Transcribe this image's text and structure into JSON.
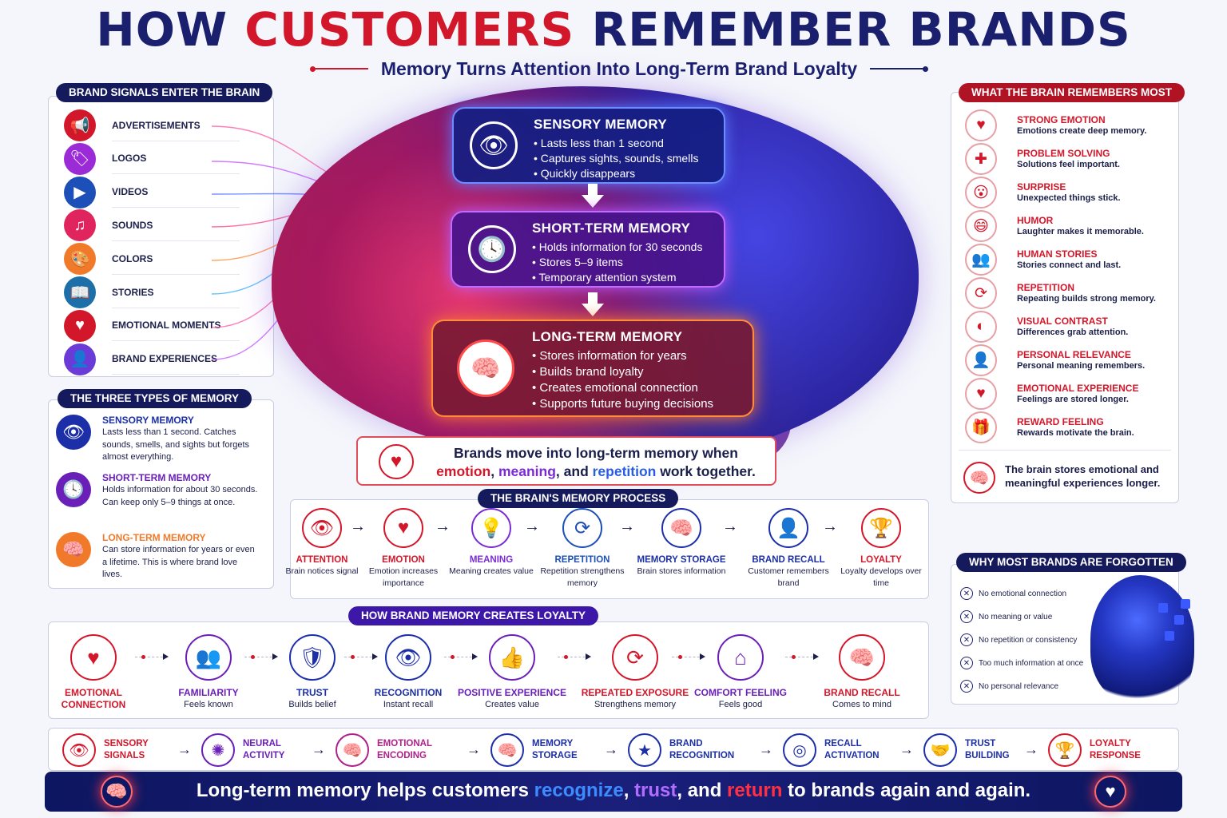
{
  "title": {
    "part1": "HOW ",
    "part2": "CUSTOMERS",
    "part3": " REMEMBER BRANDS"
  },
  "subtitle": "Memory Turns Attention Into Long-Term Brand Loyalty",
  "signals": {
    "heading": "BRAND SIGNALS ENTER THE BRAIN",
    "items": [
      {
        "label": "ADVERTISEMENTS",
        "icon": "megaphone-icon",
        "glyph": "📢",
        "color": "#d3172a"
      },
      {
        "label": "LOGOS",
        "icon": "tag-icon",
        "glyph": "🏷",
        "color": "#9b2bd6"
      },
      {
        "label": "VIDEOS",
        "icon": "play-icon",
        "glyph": "▶",
        "color": "#1c4fb8"
      },
      {
        "label": "SOUNDS",
        "icon": "music-note-icon",
        "glyph": "♫",
        "color": "#e0245e"
      },
      {
        "label": "COLORS",
        "icon": "palette-icon",
        "glyph": "🎨",
        "color": "#f07a2a"
      },
      {
        "label": "STORIES",
        "icon": "book-icon",
        "glyph": "📖",
        "color": "#1c6fa8"
      },
      {
        "label": "EMOTIONAL MOMENTS",
        "icon": "heart-icon",
        "glyph": "♥",
        "color": "#d3172a"
      },
      {
        "label": "BRAND EXPERIENCES",
        "icon": "person-icon",
        "glyph": "👤",
        "color": "#6a3bd6"
      }
    ]
  },
  "memory_stages": {
    "sensory": {
      "title": "SENSORY MEMORY",
      "points": [
        "Lasts less than 1 second",
        "Captures sights, sounds, smells",
        "Quickly disappears"
      ],
      "icon": "eye-icon",
      "glyph": "👁"
    },
    "short": {
      "title": "SHORT-TERM MEMORY",
      "points": [
        "Holds information for 30 seconds",
        "Stores 5–9 items",
        "Temporary attention system"
      ],
      "icon": "clock-icon",
      "glyph": "🕓"
    },
    "long": {
      "title": "LONG-TERM MEMORY",
      "points": [
        "Stores information for years",
        "Builds brand loyalty",
        "Creates emotional connection",
        "Supports future buying decisions"
      ],
      "icon": "brain-icon",
      "glyph": "🧠"
    }
  },
  "callout": {
    "line1": "Brands move into long-term memory when",
    "w_emotion": "emotion",
    "sep1": ", ",
    "w_meaning": "meaning",
    "sep2": ", and ",
    "w_repetition": "repetition",
    "line2_end": " work together."
  },
  "three_types": {
    "heading": "THE THREE TYPES OF MEMORY",
    "items": [
      {
        "title": "SENSORY MEMORY",
        "desc": "Lasts less than 1 second. Catches sounds, smells, and sights but forgets almost everything.",
        "color": "#1c2fa8",
        "glyph": "👁"
      },
      {
        "title": "SHORT-TERM MEMORY",
        "desc": "Holds information for about 30 seconds. Can keep only 5–9 things at once.",
        "color": "#6a1fb8",
        "glyph": "🕓"
      },
      {
        "title": "LONG-TERM MEMORY",
        "desc": "Can store information for years or even a lifetime. This is where brand love lives.",
        "color": "#f07a2a",
        "glyph": "🧠"
      }
    ]
  },
  "remembers": {
    "heading": "WHAT THE BRAIN REMEMBERS MOST",
    "items": [
      {
        "title": "STRONG EMOTION",
        "desc": "Emotions create deep memory.",
        "glyph": "♥"
      },
      {
        "title": "PROBLEM SOLVING",
        "desc": "Solutions feel important.",
        "glyph": "✚"
      },
      {
        "title": "SURPRISE",
        "desc": "Unexpected things stick.",
        "glyph": "😮"
      },
      {
        "title": "HUMOR",
        "desc": "Laughter makes it memorable.",
        "glyph": "😄"
      },
      {
        "title": "HUMAN STORIES",
        "desc": "Stories connect and last.",
        "glyph": "👥"
      },
      {
        "title": "REPETITION",
        "desc": "Repeating builds strong memory.",
        "glyph": "⟳"
      },
      {
        "title": "VISUAL CONTRAST",
        "desc": "Differences grab attention.",
        "glyph": "◐"
      },
      {
        "title": "PERSONAL RELEVANCE",
        "desc": "Personal meaning remembers.",
        "glyph": "👤"
      },
      {
        "title": "EMOTIONAL EXPERIENCE",
        "desc": "Feelings are stored longer.",
        "glyph": "♥"
      },
      {
        "title": "REWARD FEELING",
        "desc": "Rewards motivate the brain.",
        "glyph": "🎁"
      }
    ],
    "footer": "The brain stores emotional and meaningful experiences longer."
  },
  "process": {
    "heading": "THE BRAIN'S MEMORY PROCESS",
    "steps": [
      {
        "title": "ATTENTION",
        "desc": "Brain notices signal",
        "glyph": "👁",
        "color": "#d3172a"
      },
      {
        "title": "EMOTION",
        "desc": "Emotion increases importance",
        "glyph": "♥",
        "color": "#d3172a"
      },
      {
        "title": "MEANING",
        "desc": "Meaning creates value",
        "glyph": "💡",
        "color": "#7a2bd6"
      },
      {
        "title": "REPETITION",
        "desc": "Repetition strengthens memory",
        "glyph": "⟳",
        "color": "#1c4fb8"
      },
      {
        "title": "MEMORY STORAGE",
        "desc": "Brain stores information",
        "glyph": "🧠",
        "color": "#1c2fa8"
      },
      {
        "title": "BRAND RECALL",
        "desc": "Customer remembers brand",
        "glyph": "👤",
        "color": "#1c2fa8"
      },
      {
        "title": "LOYALTY",
        "desc": "Loyalty develops over time",
        "glyph": "🏆",
        "color": "#d3172a"
      }
    ]
  },
  "loyalty": {
    "heading": "HOW BRAND MEMORY CREATES LOYALTY",
    "steps": [
      {
        "title": "EMOTIONAL CONNECTION",
        "desc": "",
        "glyph": "♥",
        "color": "#d3172a"
      },
      {
        "title": "FAMILIARITY",
        "desc": "Feels known",
        "glyph": "👥",
        "color": "#6a1fb8"
      },
      {
        "title": "TRUST",
        "desc": "Builds belief",
        "glyph": "🛡",
        "color": "#1c2fa8"
      },
      {
        "title": "RECOGNITION",
        "desc": "Instant recall",
        "glyph": "👁",
        "color": "#1c2fa8"
      },
      {
        "title": "POSITIVE EXPERIENCE",
        "desc": "Creates value",
        "glyph": "👍",
        "color": "#6a1fb8"
      },
      {
        "title": "REPEATED EXPOSURE",
        "desc": "Strengthens memory",
        "glyph": "⟳",
        "color": "#d3172a"
      },
      {
        "title": "COMFORT FEELING",
        "desc": "Feels good",
        "glyph": "⌂",
        "color": "#6a1fb8"
      },
      {
        "title": "BRAND RECALL",
        "desc": "Comes to mind",
        "glyph": "🧠",
        "color": "#d3172a"
      }
    ]
  },
  "forgotten": {
    "heading": "WHY MOST BRANDS ARE FORGOTTEN",
    "items": [
      "No emotional connection",
      "No meaning or value",
      "No repetition or consistency",
      "Too much information at once",
      "No personal relevance"
    ]
  },
  "journey": [
    {
      "title": "SENSORY SIGNALS",
      "glyph": "👁",
      "color": "#d3172a"
    },
    {
      "title": "NEURAL ACTIVITY",
      "glyph": "✺",
      "color": "#6a1fb8"
    },
    {
      "title": "EMOTIONAL ENCODING",
      "glyph": "🧠",
      "color": "#b0208a"
    },
    {
      "title": "MEMORY STORAGE",
      "glyph": "🧠",
      "color": "#1c2fa8"
    },
    {
      "title": "BRAND RECOGNITION",
      "glyph": "★",
      "color": "#1c2fa8"
    },
    {
      "title": "RECALL ACTIVATION",
      "glyph": "◎",
      "color": "#1c2fa8"
    },
    {
      "title": "TRUST BUILDING",
      "glyph": "🤝",
      "color": "#1c2fa8"
    },
    {
      "title": "LOYALTY RESPONSE",
      "glyph": "🏆",
      "color": "#d3172a"
    }
  ],
  "footer": {
    "part1": "Long-term memory helps customers ",
    "w1": "recognize",
    "sep1": ", ",
    "w2": "trust",
    "sep2": ", and ",
    "w3": "return",
    "part2": " to brands again and again."
  }
}
